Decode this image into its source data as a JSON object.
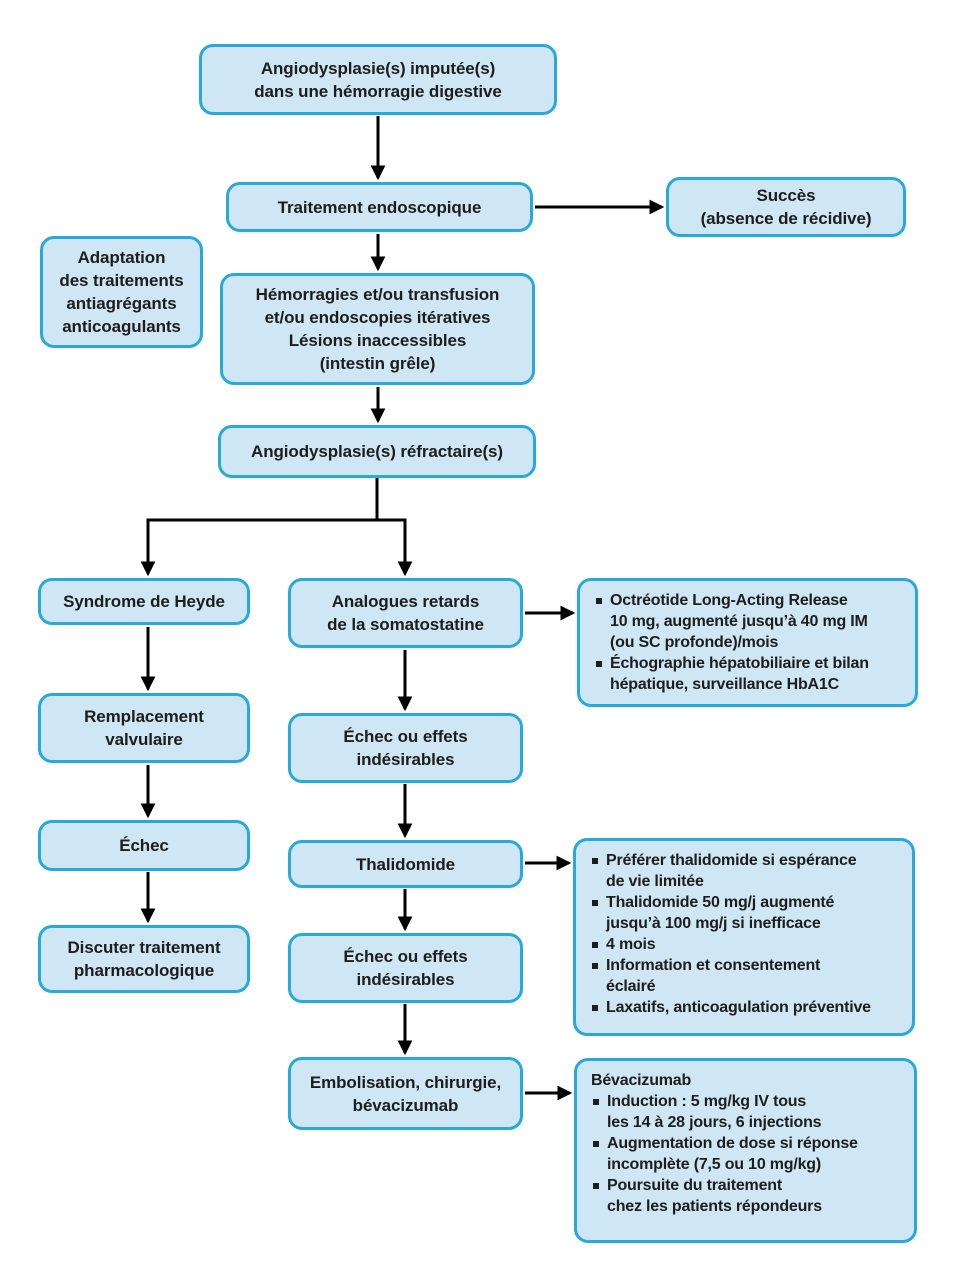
{
  "colors": {
    "box_fill": "#cfe7f4",
    "box_border": "#29a8da",
    "arrow": "#000000",
    "text": "#1d1d1b",
    "background": "#ffffff"
  },
  "flowchart": {
    "nodes": {
      "imputed": "Angiodysplasie(s) imputée(s)\ndans une hémorragie digestive",
      "endoscopic_treatment": "Traitement endoscopique",
      "success": "Succès\n(absence de récidive)",
      "adaptation": "Adaptation\ndes traitements\nantiagrégants\nanticoagulants",
      "hemorrhages": "Hémorragies et/ou transfusion\net/ou endoscopies itératives\nLésions inaccessibles\n(intestin grêle)",
      "refractory": "Angiodysplasie(s) réfractaire(s)",
      "heyde_syndrome": "Syndrome de Heyde",
      "valve_replacement": "Remplacement\nvalvulaire",
      "failure": "Échec",
      "discuss_pharmacologic": "Discuter traitement\npharmacologique",
      "somatostatin_analogues": "Analogues retards\nde la somatostatine",
      "failure_or_side_effects_1": "Échec ou effets\nindésirables",
      "thalidomide": "Thalidomide",
      "failure_or_side_effects_2": "Échec ou effets\nindésirables",
      "embolisation_surgery": "Embolisation, chirurgie,\nbévacizumab"
    },
    "notes": {
      "octreotide": {
        "items": [
          "Octréotide Long-Acting Release\n10 mg, augmenté jusqu’à 40 mg IM\n(ou SC profonde)/mois",
          "Échographie hépatobiliaire et bilan\nhépatique, surveillance HbA1C"
        ]
      },
      "thalidomide": {
        "items": [
          "Préférer thalidomide si espérance\nde vie limitée",
          "Thalidomide 50 mg/j augmenté\njusqu’à 100 mg/j si inefficace",
          "4 mois",
          "Information et consentement\néclairé",
          "Laxatifs, anticoagulation préventive"
        ]
      },
      "bevacizumab": {
        "heading": "Bévacizumab",
        "items": [
          "Induction : 5 mg/kg IV tous\nles 14 à 28 jours, 6 injections",
          "Augmentation de dose si réponse\nincomplète (7,5 ou 10 mg/kg)",
          "Poursuite du traitement\nchez les patients répondeurs"
        ]
      }
    }
  }
}
